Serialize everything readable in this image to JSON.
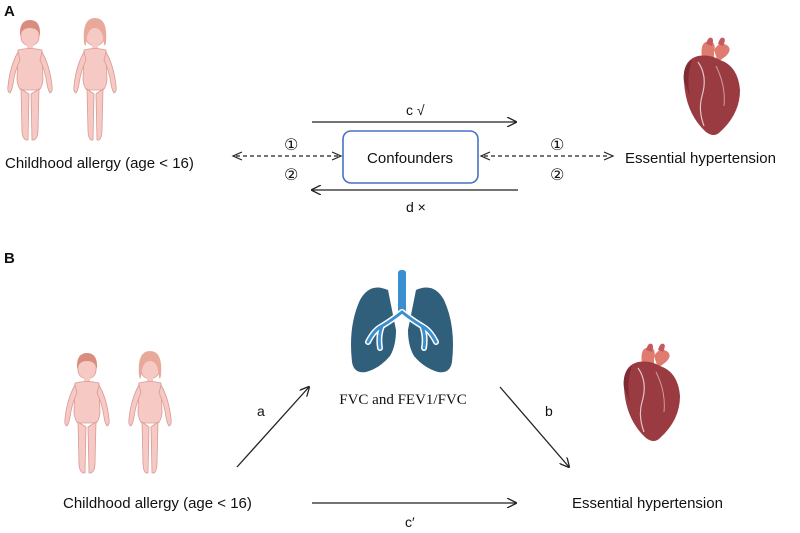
{
  "panel_a": {
    "label": "A",
    "exposure": "Childhood allergy (age < 16)",
    "outcome": "Essential hypertension",
    "confounders": "Confounders",
    "arrow_c": "c √",
    "arrow_d": "d ×",
    "marker_1_left": "①",
    "marker_2_left": "②",
    "marker_1_right": "①",
    "marker_2_right": "②"
  },
  "panel_b": {
    "label": "B",
    "exposure": "Childhood allergy (age < 16)",
    "outcome": "Essential hypertension",
    "mediator": "FVC and FEV1/FVC",
    "path_a": "a",
    "path_b": "b",
    "path_c_prime": "c′"
  },
  "colors": {
    "skin": "#f6c9c4",
    "skin_outline": "#d99a94",
    "hair_boy": "#d98d7e",
    "hair_girl": "#e8a99a",
    "heart": "#9a3a41",
    "heart_light": "#c45a60",
    "aorta": "#e07b6f",
    "lung": "#2f5f7a",
    "trachea": "#3b8fd0",
    "confounder_border": "#4a6fc7"
  },
  "icons": [
    "children-icon",
    "heart-icon",
    "lungs-icon"
  ]
}
